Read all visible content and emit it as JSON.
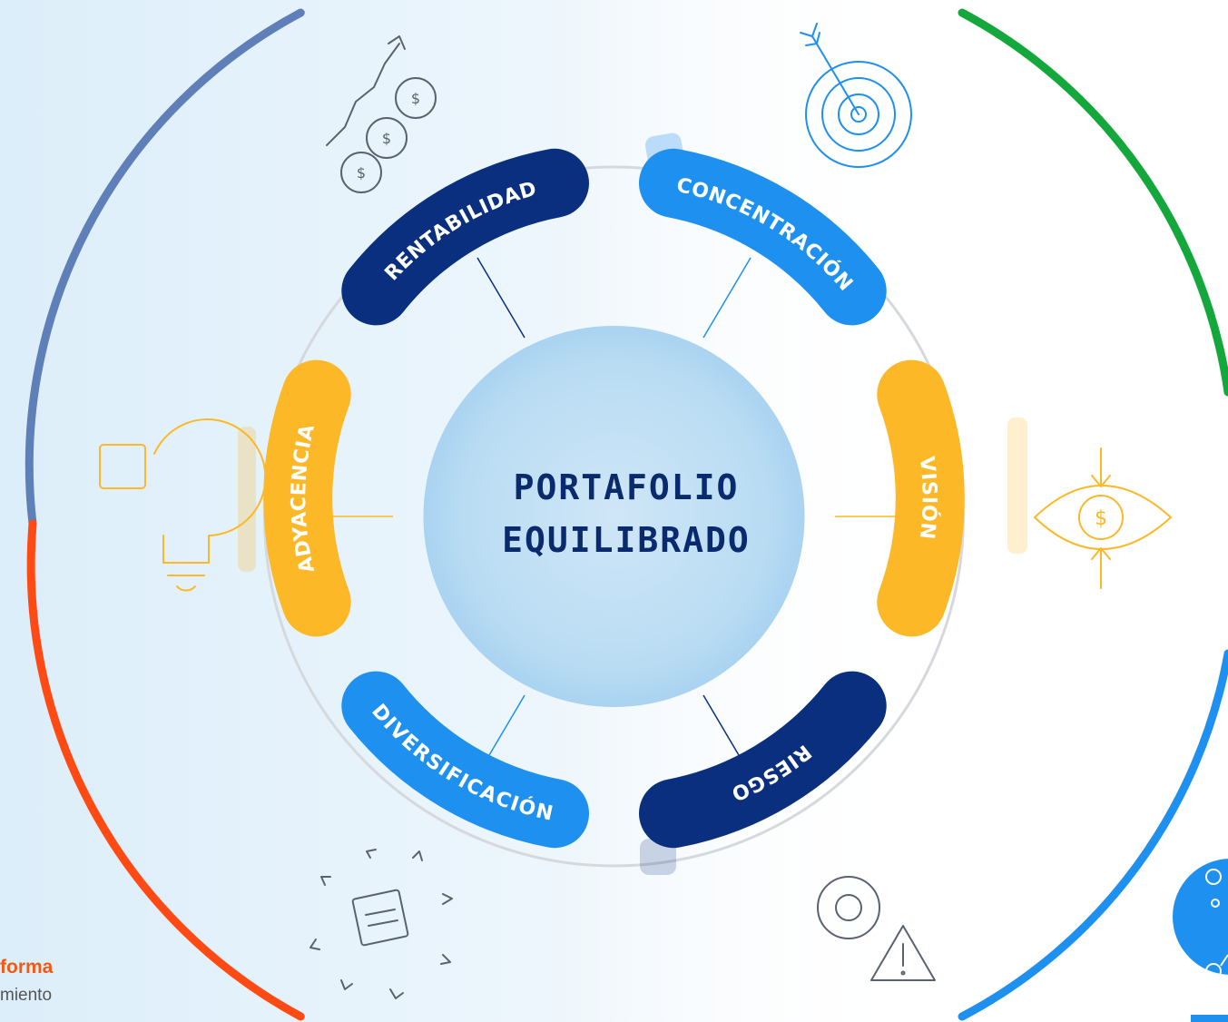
{
  "center": {
    "line1": "PORTAFOLIO",
    "line2": "EQUILIBRADO"
  },
  "segments": [
    {
      "key": "rentabilidad",
      "label": "RENTABILIDAD",
      "icon": "coins-growth-icon"
    },
    {
      "key": "concentracion",
      "label": "CONCENTRACIÓN",
      "icon": "target-icon"
    },
    {
      "key": "vision",
      "label": "VISIÓN",
      "icon": "eye-dollar-icon"
    },
    {
      "key": "riesgo",
      "label": "RIESGO",
      "icon": "gear-warning-icon"
    },
    {
      "key": "diversificacion",
      "label": "DIVERSIFICACIÓN",
      "icon": "box-arrows-icon"
    },
    {
      "key": "adyacencia",
      "label": "ADYACENCIA",
      "icon": "puzzle-bulb-icon"
    }
  ],
  "corner": {
    "bold_text": "forma",
    "light_text": "miento"
  },
  "colors": {
    "dark_blue": "#0a2f7e",
    "bright_blue": "#1e90f0",
    "yellow": "#fdb827",
    "title_navy": "#0a2a6e",
    "arc_slate": "#5f7fb8",
    "arc_red": "#ff4a14",
    "arc_green": "#14a83c",
    "arc_blue": "#1e90f0",
    "corner_orange": "#f05a14"
  }
}
